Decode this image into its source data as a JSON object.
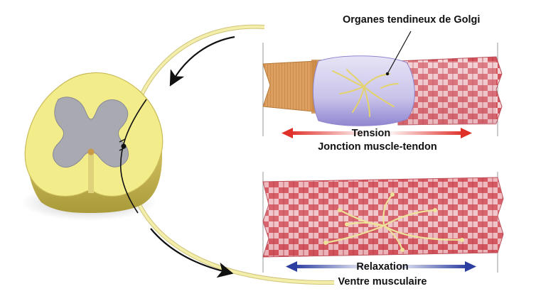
{
  "labels": {
    "golgi_organs": "Organes tendineux de Golgi",
    "tension": "Tension",
    "junction": "Jonction muscle-tendon",
    "relaxation": "Relaxation",
    "muscle_belly": "Ventre musculaire"
  },
  "colors": {
    "spinal_white_matter": "#f3ec8a",
    "spinal_grey_matter": "#a9a9b2",
    "nerve_fiber": "#f4eeab",
    "muscle_red": "#c8454e",
    "muscle_light": "#f0c9cf",
    "tendon_orange": "#d99a55",
    "golgi_capsule": "#c9c3ea",
    "tension_arrow_red": "#e0302a",
    "relaxation_arrow_blue": "#2c3ea0"
  },
  "icons": {
    "tension_arrows": "double-arrow-red",
    "relaxation_arrows": "double-arrow-blue",
    "reflex_arrows": "curved-black-arrow"
  }
}
